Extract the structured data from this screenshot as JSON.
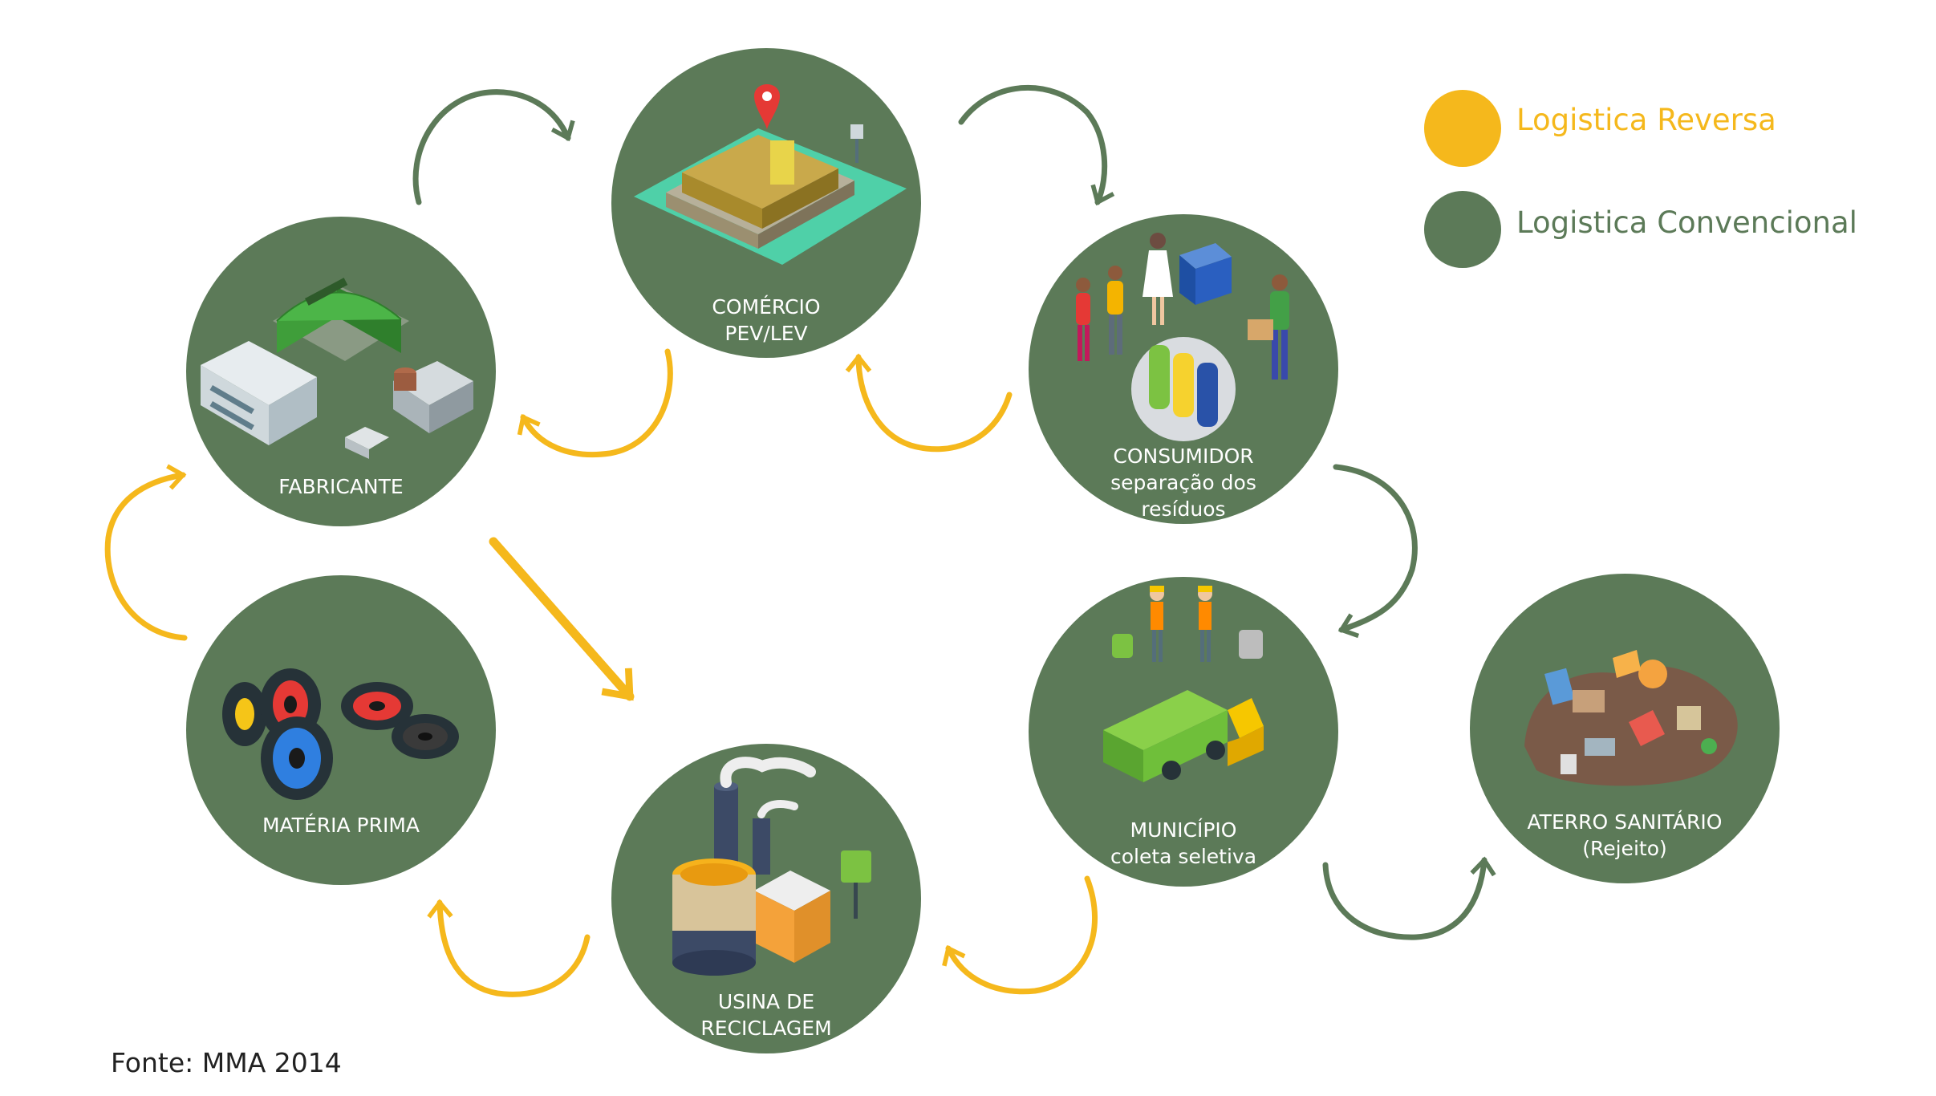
{
  "colors": {
    "reverse": "#F5B81C",
    "conventional": "#5C7A58",
    "node": "#5C7A58",
    "text": "#222222"
  },
  "legend": [
    {
      "label": "Logistica Reversa",
      "color": "#F5B81C"
    },
    {
      "label": "Logistica Convencional",
      "color": "#5C7A58"
    }
  ],
  "nodes": [
    {
      "id": "fabricante",
      "lines": [
        "FABRICANTE"
      ],
      "icon": "factory-icon"
    },
    {
      "id": "comercio",
      "lines": [
        "COMÉRCIO",
        "PEV/LEV"
      ],
      "icon": "shopping-mall-icon"
    },
    {
      "id": "consumidor",
      "lines": [
        "CONSUMIDOR",
        "separação dos",
        "resíduos"
      ],
      "icon": "people-recycling-icon"
    },
    {
      "id": "municipio",
      "lines": [
        "MUNICÍPIO",
        "coleta seletiva"
      ],
      "icon": "garbage-truck-icon"
    },
    {
      "id": "aterro",
      "lines": [
        "ATERRO SANITÁRIO",
        "(Rejeito)"
      ],
      "icon": "landfill-pile-icon"
    },
    {
      "id": "usina",
      "lines": [
        "USINA DE",
        "RECICLAGEM"
      ],
      "icon": "recycling-plant-icon"
    },
    {
      "id": "materia",
      "lines": [
        "MATÉRIA PRIMA"
      ],
      "icon": "wire-spools-icon"
    }
  ],
  "flows": [
    {
      "from": "fabricante",
      "to": "comercio",
      "type": "conventional"
    },
    {
      "from": "comercio",
      "to": "consumidor",
      "type": "conventional"
    },
    {
      "from": "consumidor",
      "to": "municipio",
      "type": "conventional"
    },
    {
      "from": "municipio",
      "to": "aterro",
      "type": "conventional"
    },
    {
      "from": "consumidor",
      "to": "comercio",
      "type": "reverse"
    },
    {
      "from": "comercio",
      "to": "fabricante",
      "type": "reverse"
    },
    {
      "from": "municipio",
      "to": "usina",
      "type": "reverse"
    },
    {
      "from": "usina",
      "to": "materia",
      "type": "reverse"
    },
    {
      "from": "materia",
      "to": "fabricante",
      "type": "reverse"
    },
    {
      "from": "fabricante",
      "to": "usina",
      "type": "reverse"
    }
  ],
  "source": "Fonte: MMA 2014"
}
